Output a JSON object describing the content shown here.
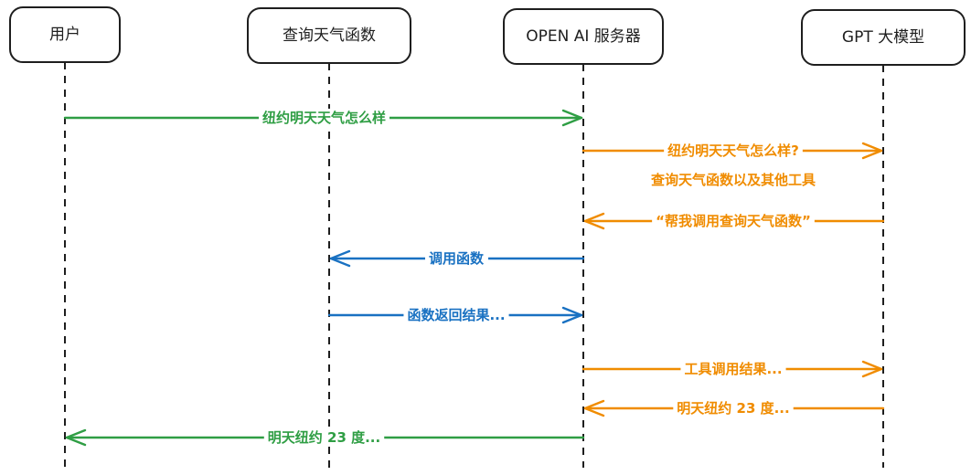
{
  "colors": {
    "ink": "#1e1e1e",
    "green": "#2f9e44",
    "orange": "#f08c00",
    "blue": "#1971c2",
    "background": "#ffffff"
  },
  "actors": [
    {
      "id": "user",
      "label": "用户"
    },
    {
      "id": "weather_fn",
      "label": "查询天气函数"
    },
    {
      "id": "openai",
      "label": "OPEN AI 服务器"
    },
    {
      "id": "gpt",
      "label": "GPT 大模型"
    }
  ],
  "messages": [
    {
      "from": "user",
      "to": "openai",
      "label": "纽约明天天气怎么样",
      "color": "green"
    },
    {
      "from": "openai",
      "to": "gpt",
      "label": "纽约明天天气怎么样?",
      "color": "orange"
    },
    {
      "from": "openai",
      "to": "gpt",
      "label": "查询天气函数以及其他工具",
      "color": "orange",
      "text_only": true
    },
    {
      "from": "gpt",
      "to": "openai",
      "label": "“帮我调用查询天气函数”",
      "color": "orange"
    },
    {
      "from": "openai",
      "to": "weather_fn",
      "label": "调用函数",
      "color": "blue"
    },
    {
      "from": "weather_fn",
      "to": "openai",
      "label": "函数返回结果...",
      "color": "blue"
    },
    {
      "from": "openai",
      "to": "gpt",
      "label": "工具调用结果...",
      "color": "orange"
    },
    {
      "from": "gpt",
      "to": "openai",
      "label": "明天纽约 23 度...",
      "color": "orange"
    },
    {
      "from": "openai",
      "to": "user",
      "label": "明天纽约 23 度...",
      "color": "green"
    }
  ]
}
